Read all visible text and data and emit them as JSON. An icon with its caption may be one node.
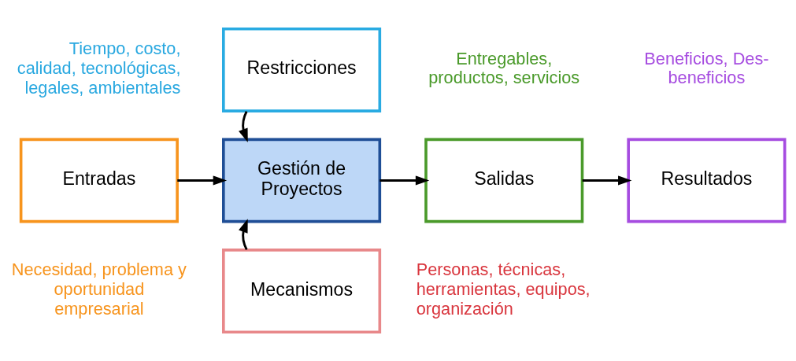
{
  "diagram": {
    "nodes": [
      {
        "text": [
          "Restricciones"
        ],
        "beside": [
          "Tiempo, costo, calidad, tecnológicas, legales, ambientales"
        ]
      },
      {
        "text": [
          "Entradas"
        ],
        "beside": [
          "Necesidad, problema y oportunidad empresarial"
        ]
      },
      {
        "text": [
          "Gestión de Proyectos"
        ]
      },
      {
        "text": [
          "Salidas"
        ],
        "beside": [
          "Entregables, productos, servicios"
        ]
      },
      {
        "text": [
          "Resultados"
        ],
        "beside": [
          "Beneficios, Des- beneficios"
        ]
      },
      {
        "text": [
          "Mecanismos"
        ],
        "beside": [
          "Personas, técnicas, herramientas, equipos, organización"
        ]
      }
    ],
    "edges": [
      {
        "from": 0,
        "to": 2,
        "arrow": "to"
      },
      {
        "from": 1,
        "to": 2,
        "arrow": "to"
      },
      {
        "from": 2,
        "to": 3,
        "arrow": "to"
      },
      {
        "from": 3,
        "to": 4,
        "arrow": "to"
      },
      {
        "from": 5,
        "to": 2,
        "arrow": "to"
      }
    ]
  }
}
